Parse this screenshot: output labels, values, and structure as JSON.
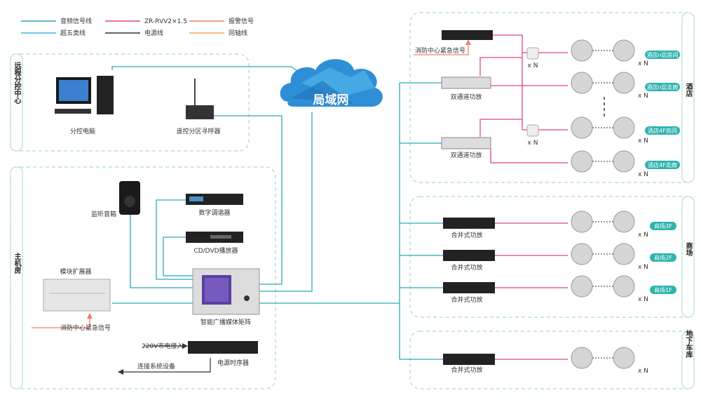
{
  "legend": [
    {
      "label": "音频信号线",
      "color": "#2aa9b8"
    },
    {
      "label": "ZR-RVV2×1.5",
      "color": "#e0457b"
    },
    {
      "label": "报警信号",
      "color": "#f08060"
    },
    {
      "label": "超五类线",
      "color": "#3bb6d8"
    },
    {
      "label": "电源线",
      "color": "#333333"
    },
    {
      "label": "同轴线",
      "color": "#f2a65a"
    }
  ],
  "sections": {
    "remote": "远程分控中心",
    "main": "主机房",
    "hotel": "酒店",
    "mall": "商场",
    "garage": "地下车库"
  },
  "cloud_label": "局域网",
  "devices": {
    "pc": "分控电脑",
    "paging": "遥控分区寻呼器",
    "monitor": "监听音箱",
    "tuner": "数字调谐器",
    "cd": "CD/DVD播放器",
    "module": "模块扩展器",
    "fire_main": "消防中心紧急信号",
    "matrix": "智能广播媒体矩阵",
    "ac_in": "220V市电接入",
    "power_seq": "电源时序器",
    "connect": "连接系统设备",
    "fire_hotel": "消防中心紧急信号",
    "dual_amp_1": "双通道功放",
    "dual_amp_2": "双通道功放",
    "mix_amp_1": "合并式功放",
    "mix_amp_2": "合并式功放",
    "mix_amp_3": "合并式功放",
    "mix_amp_4": "合并式功放"
  },
  "multiplier": "x N",
  "zones": {
    "hotel_room_n": "酒店n层房间",
    "hotel_corr_n": "酒店n层走廊",
    "hotel_room_4f": "酒店4F房间",
    "hotel_corr_4f": "酒店4F走廊",
    "mall_3f": "商场3F",
    "mall_2f": "商场2F",
    "mall_1f": "商场1F"
  },
  "colors": {
    "teal": "#2aa9b8",
    "pink": "#e0457b",
    "alarm": "#f08060",
    "zone_bg": "#2fb3b0",
    "box_border": "#a8dcc4"
  }
}
